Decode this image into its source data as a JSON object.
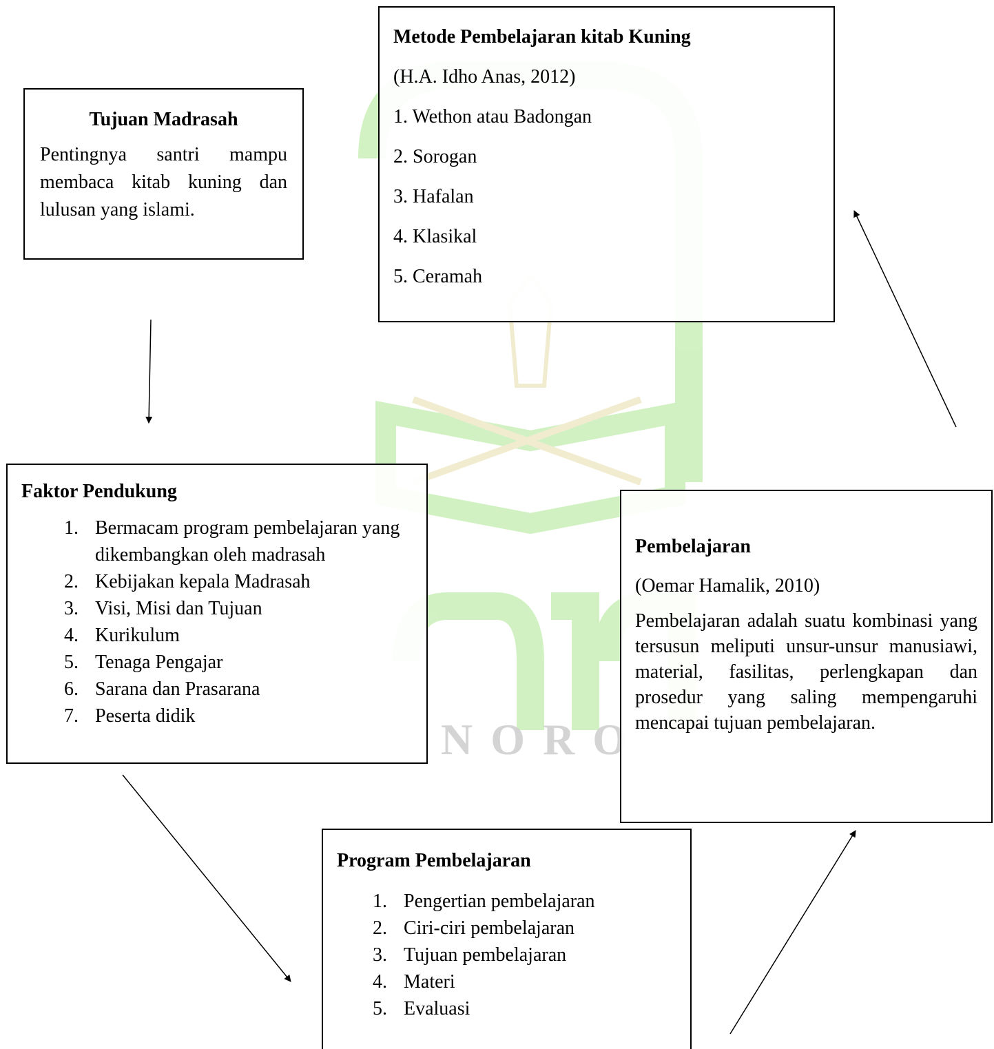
{
  "tujuan": {
    "title": "Tujuan Madrasah",
    "text": "Pentingnya santri mampu membaca kitab kuning dan lulusan yang islami."
  },
  "metode": {
    "title": "Metode Pembelajaran kitab Kuning",
    "citation": "(H.A. Idho Anas, 2012)",
    "items": [
      "1. Wethon atau Badongan",
      "2. Sorogan",
      "3. Hafalan",
      "4. Klasikal",
      "5. Ceramah"
    ]
  },
  "faktor": {
    "title": "Faktor Pendukung",
    "items": [
      {
        "num": "1.",
        "text": "Bermacam program pembelajaran yang dikembangkan oleh madrasah"
      },
      {
        "num": "2.",
        "text": "Kebijakan kepala Madrasah"
      },
      {
        "num": "3.",
        "text": "Visi, Misi dan Tujuan"
      },
      {
        "num": "4.",
        "text": "Kurikulum"
      },
      {
        "num": "5.",
        "text": "Tenaga Pengajar"
      },
      {
        "num": "6.",
        "text": "Sarana dan Prasarana"
      },
      {
        "num": "7.",
        "text": "Peserta didik"
      }
    ]
  },
  "pembelajaran": {
    "title": "Pembelajaran",
    "citation": "(Oemar Hamalik, 2010)",
    "definition": "Pembelajaran adalah suatu kombinasi yang tersusun meliputi unsur-unsur manusiawi, material, fasilitas, perlengkapan dan prosedur yang saling mempengaruhi mencapai tujuan pembelajaran."
  },
  "program": {
    "title": "Program Pembelajaran",
    "items": [
      {
        "num": "1.",
        "text": "Pengertian pembelajaran"
      },
      {
        "num": "2.",
        "text": "Ciri-ciri pembelajaran"
      },
      {
        "num": "3.",
        "text": "Tujuan pembelajaran"
      },
      {
        "num": "4.",
        "text": "Materi"
      },
      {
        "num": "5.",
        "text": "Evaluasi"
      }
    ]
  },
  "watermark": {
    "text": "NORO",
    "green": "#7ed957",
    "yellow": "#f2e27a"
  }
}
